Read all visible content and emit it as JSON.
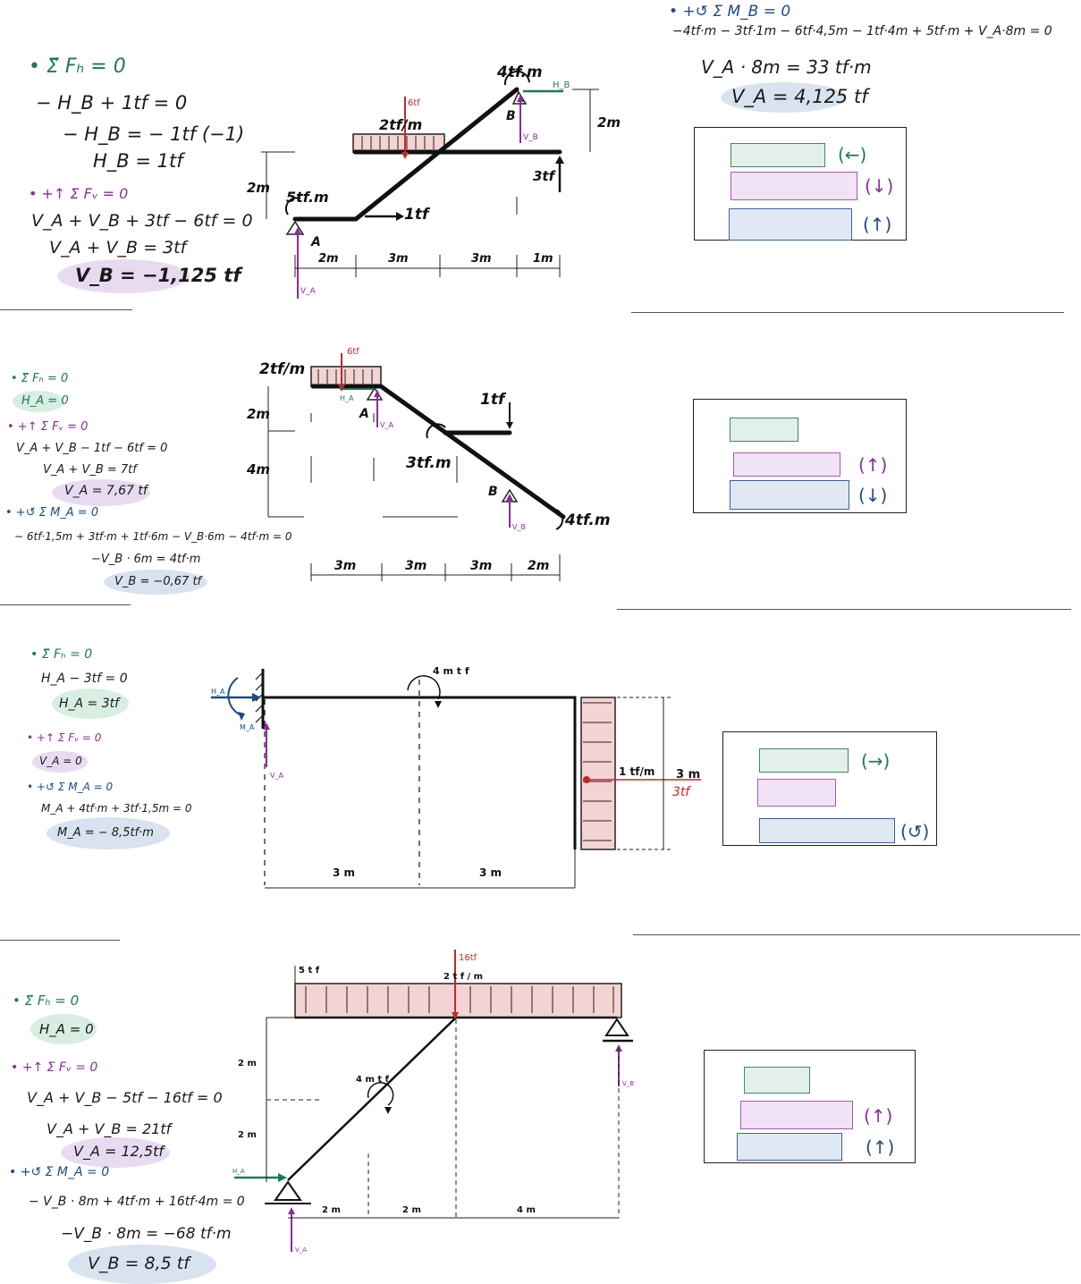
{
  "colors": {
    "green": "#1f7a4e",
    "purple": "#8a2d9a",
    "blue": "#1d4a86",
    "red": "#c0292b",
    "load_fill": "#f3d3d3"
  },
  "p1": {
    "fh": "• Σ⃗ Fₕ = 0",
    "l1": "− H_B + 1tf = 0",
    "l2": "− H_B = − 1tf   (−1)",
    "l3": "H_B = 1tf",
    "fv": "• +↑ Σ Fᵥ = 0",
    "l4": "V_A + V_B + 3tf − 6tf = 0",
    "l5": "V_A + V_B = 3tf",
    "res": "V_B = −1,125 tf",
    "mb": "• +↺ Σ M_B = 0",
    "eq": "−4tf·m − 3tf·1m − 6tf·4,5m − 1tf·4m + 5tf·m + V_A·8m = 0",
    "eq2": "V_A · 8m = 33 tf·m",
    "va": "V_A = 4,125 tf",
    "box": {
      "a1": "(←)",
      "a2": "(↓)",
      "a3": "(↑)"
    },
    "fig": {
      "m1": "4tf.m",
      "ha": "H_B",
      "b": "B",
      "twom": "2m",
      "six": "6tf",
      "dist": "2tf/m",
      "vb": "V_B",
      "twom2": "2m",
      "three": "3tf",
      "fivem": "5tf.m",
      "one": "1tf",
      "a": "A",
      "va": "V_A",
      "d1": "2m",
      "d2": "3m",
      "d3": "3m",
      "d4": "1m"
    }
  },
  "p2": {
    "fh": "• Σ⃗ Fₕ = 0",
    "ha": "H_A = 0",
    "fv": "• +↑ Σ Fᵥ = 0",
    "l1": "V_A + V_B − 1tf − 6tf = 0",
    "l2": "V_A + V_B = 7tf",
    "va": "V_A = 7,67 tf",
    "ma": "• +↺ Σ M_A = 0",
    "eq": "− 6tf·1,5m + 3tf·m + 1tf·6m − V_B·6m − 4tf·m = 0",
    "eq2": "−V_B · 6m = 4tf·m",
    "vb": "V_B = −0,67 tf",
    "box": {
      "a2": "(↑)",
      "a3": "(↓)"
    },
    "fig": {
      "dist": "2tf/m",
      "six": "6tf",
      "ha": "H_A",
      "a": "A",
      "va": "V_A",
      "one": "1tf",
      "two": "2m",
      "four": "4m",
      "three": "3tf.m",
      "b": "B",
      "vb": "V_B",
      "m4": "4tf.m",
      "d1": "3m",
      "d2": "3m",
      "d3": "3m",
      "d4": "2m"
    }
  },
  "p3": {
    "fh": "• Σ⃗ Fₕ = 0",
    "l1": "H_A − 3tf = 0",
    "ha": "H_A = 3tf",
    "fv": "• +↑ Σ Fᵥ = 0",
    "va": "V_A = 0",
    "ma": "• +↺ Σ M_A = 0",
    "eq": "M_A + 4tf·m + 3tf·1,5m = 0",
    "mares": "M_A = − 8,5tf·m",
    "box": {
      "a1": "(→)",
      "a3": "(↺)"
    },
    "fig": {
      "ha": "H_A",
      "ma": "M_A",
      "va": "V_A",
      "mom": "4 m t f",
      "dist": "1 tf/m",
      "three": "3 m",
      "res": "3tf",
      "d1": "3 m",
      "d2": "3 m"
    }
  },
  "p4": {
    "fh": "• Σ⃗ Fₕ = 0",
    "ha": "H_A = 0",
    "fv": "• +↑ Σ Fᵥ = 0",
    "l1": "V_A + V_B − 5tf − 16tf = 0",
    "l2": "V_A + V_B = 21tf",
    "va": "V_A = 12,5tf",
    "ma": "• +↺ Σ M_A = 0",
    "eq": "− V_B · 8m + 4tf·m + 16tf·4m = 0",
    "eq2": "−V_B · 8m = −68 tf·m",
    "vb": "V_B = 8,5 tf",
    "box": {
      "a2": "(↑)",
      "a3": "(↑)"
    },
    "fig": {
      "five": "5 t f",
      "dist": "2 t f / m",
      "sixteen": "16tf",
      "two1": "2 m",
      "two2": "2 m",
      "mom": "4 m t f",
      "ha": "H_A",
      "va": "V_A",
      "vb": "V_B",
      "d1": "2 m",
      "d2": "2 m",
      "d3": "4 m"
    }
  }
}
